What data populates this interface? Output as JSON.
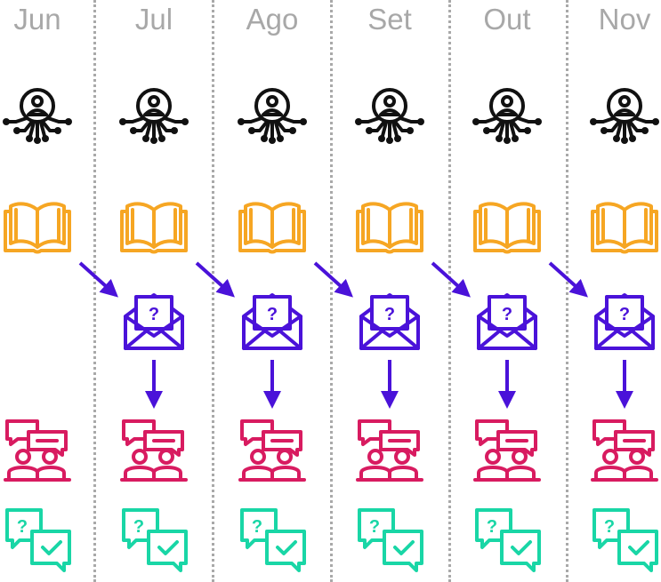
{
  "months": [
    "Jun",
    "Jul",
    "Ago",
    "Set",
    "Out",
    "Nov"
  ],
  "colors": {
    "month_label": "#a8a8a8",
    "divider": "#a9a9a9",
    "network": "#111111",
    "book": "#f6a623",
    "mail": "#4a12d9",
    "meeting": "#d81b60",
    "faq": "#19d6a6",
    "arrow": "#4a12d9"
  },
  "icons": {
    "network": "person-network-icon",
    "book": "open-book-icon",
    "mail": "question-mail-icon",
    "meeting": "group-discussion-icon",
    "faq": "question-answer-check-icon"
  },
  "mail_glyph": "?",
  "faq_glyph": "?"
}
